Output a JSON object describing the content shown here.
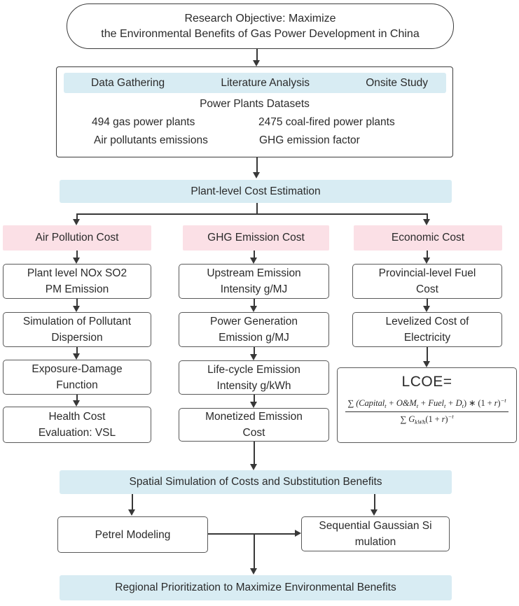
{
  "colors": {
    "light_blue": "#d8ecf3",
    "light_pink": "#fbe0e6",
    "line": "#383838"
  },
  "title_box": {
    "text": "Research Objective: Maximize\nthe Environmental Benefits of Gas Power Development in China"
  },
  "data_gathering": {
    "methods": [
      "Data Gathering",
      "Literature Analysis",
      "Onsite Study"
    ],
    "datasets_title": "Power Plants Datasets",
    "items": [
      "494 gas power plants",
      "2475 coal-fired power plants",
      "Air pollutants emissions",
      "GHG emission factor"
    ]
  },
  "plant_level_bar": "Plant-level Cost Estimation",
  "air_column": {
    "header": "Air Pollution Cost",
    "steps": [
      "Plant level NOx SO2\nPM Emission",
      "Simulation of Pollutant\nDispersion",
      "Exposure-Damage\nFunction",
      "Health Cost\nEvaluation: VSL"
    ]
  },
  "ghg_column": {
    "header": "GHG Emission Cost",
    "steps": [
      "Upstream Emission\nIntensity g/MJ",
      "Power Generation\nEmission g/MJ",
      "Life-cycle Emission\nIntensity g/kWh",
      "Monetized Emission\nCost"
    ]
  },
  "economic_column": {
    "header": "Economic Cost",
    "steps": [
      "Provincial-level Fuel\nCost",
      "Levelized Cost of\nElectricity"
    ]
  },
  "lcoe": {
    "heading": "LCOE=",
    "numerator": {
      "sum": "∑ ",
      "t1": "(Capital",
      "s1": "t",
      "t2": " + O&M",
      "s2": "t",
      "t3": " + Fuel",
      "s3": "t",
      "t4": " + D",
      "s4": "t",
      "t5": ") ∗ (1 + ",
      "t6": "r",
      "t7": ")",
      "sup": "−t"
    },
    "denominator": {
      "sum": "∑ ",
      "t1": "G",
      "s1": "kWh",
      "t2": "(1 + ",
      "t3": "r",
      "t4": ")",
      "sup": "−t"
    }
  },
  "spatial_bar": "Spatial Simulation of Costs and Substitution Benefits",
  "petrel_box": "Petrel Modeling",
  "sgs_box": "Sequential Gaussian Si\nmulation",
  "regional_bar": "Regional Prioritization to Maximize Environmental Benefits"
}
